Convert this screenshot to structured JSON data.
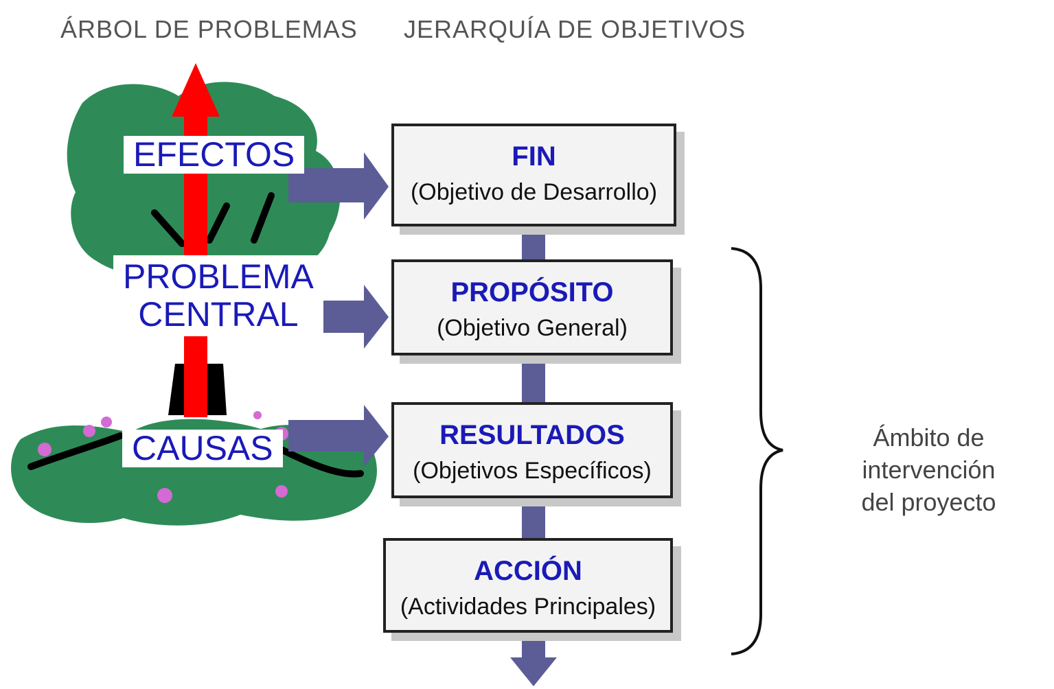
{
  "headers": {
    "tree": "ÁRBOL DE PROBLEMAS",
    "hierarchy": "JERARQUÍA DE OBJETIVOS"
  },
  "tree": {
    "effects": "EFECTOS",
    "problem_line1": "PROBLEMA",
    "problem_line2": "CENTRAL",
    "causes": "CAUSAS"
  },
  "objectives": [
    {
      "title": "FIN",
      "subtitle": "(Objetivo de Desarrollo)"
    },
    {
      "title": "PROPÓSITO",
      "subtitle": "(Objetivo General)"
    },
    {
      "title": "RESULTADOS",
      "subtitle": "(Objetivos Específicos)"
    },
    {
      "title": "ACCIÓN",
      "subtitle": "(Actividades Principales)"
    }
  ],
  "scope": {
    "line1": "Ámbito de intervención",
    "line2": "del proyecto"
  },
  "colors": {
    "foliage": "#2e8b57",
    "red_arrow": "#ff0000",
    "connector": "#5c5c96",
    "label_blue": "#1a1ab8",
    "flower": "#d46ad4"
  }
}
